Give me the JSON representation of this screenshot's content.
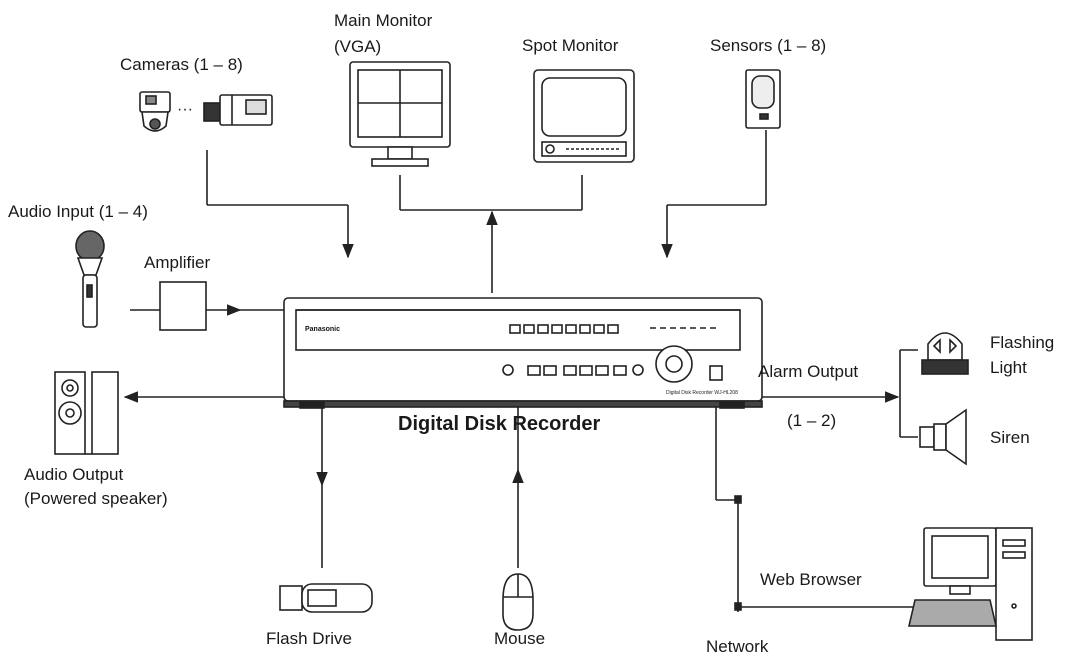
{
  "labels": {
    "cameras": "Cameras (1 – 8)",
    "main_monitor_1": "Main Monitor",
    "main_monitor_2": "(VGA)",
    "spot_monitor": "Spot Monitor",
    "sensors": "Sensors (1 – 8)",
    "audio_input": "Audio Input (1 – 4)",
    "amplifier": "Amplifier",
    "audio_output_1": "Audio Output",
    "audio_output_2": "(Powered speaker)",
    "ddr": "Digital Disk Recorder",
    "alarm_output": "Alarm Output",
    "alarm_count": "(1 – 2)",
    "flashing_light_1": "Flashing",
    "flashing_light_2": "Light",
    "siren": "Siren",
    "web_browser": "Web Browser",
    "flash_drive": "Flash Drive",
    "mouse": "Mouse",
    "network": "Network"
  },
  "recorder": {
    "brand": "Panasonic",
    "model": "Digital Disk Recorder WJ-HL208"
  }
}
